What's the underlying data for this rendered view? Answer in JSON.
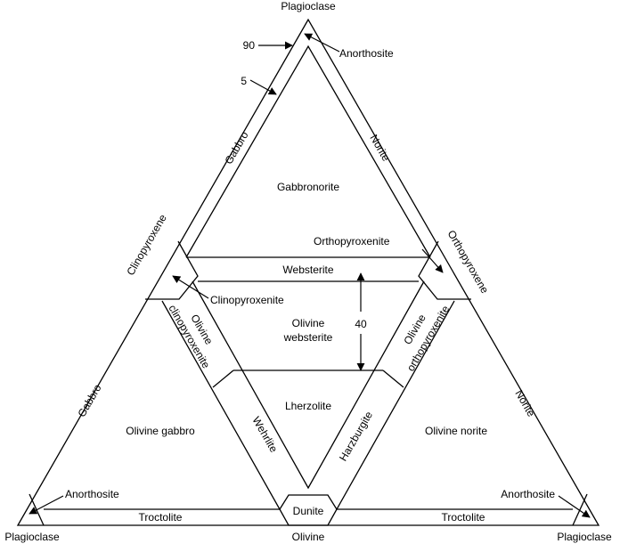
{
  "corners": {
    "top": "Plagioclase",
    "bottom_left": "Plagioclase",
    "bottom_center": "Olivine",
    "bottom_right": "Plagioclase"
  },
  "edges": {
    "left_upper": "Gabbro",
    "right_upper": "Norite",
    "left_middle": "Clinopyroxene",
    "right_middle": "Orthopyroxene",
    "left_lower": "Gabbro",
    "right_lower": "Norite"
  },
  "markers": {
    "value_90": "90",
    "value_5": "5",
    "value_40": "40"
  },
  "fields": {
    "gabbronorite": "Gabbronorite",
    "websterite": "Websterite",
    "olivine_websterite_1": "Olivine",
    "olivine_websterite_2": "websterite",
    "lherzolite": "Lherzolite",
    "olivine_gabbro": "Olivine gabbro",
    "olivine_norite": "Olivine norite",
    "dunite": "Dunite",
    "troctolite_left": "Troctolite",
    "troctolite_right": "Troctolite",
    "olivine_clinopyroxenite_1": "Olivine",
    "olivine_clinopyroxenite_2": "clinopyroxenite",
    "olivine_orthopyroxenite_1": "Olivine",
    "olivine_orthopyroxenite_2": "orthopyroxenite",
    "wehrlite": "Wehrlite",
    "harzburgite": "Harzburgite"
  },
  "callouts": {
    "anorthosite_top": "Anorthosite",
    "orthopyroxenite": "Orthopyroxenite",
    "clinopyroxenite": "Clinopyroxenite",
    "anorthosite_left": "Anorthosite",
    "anorthosite_right": "Anorthosite"
  }
}
